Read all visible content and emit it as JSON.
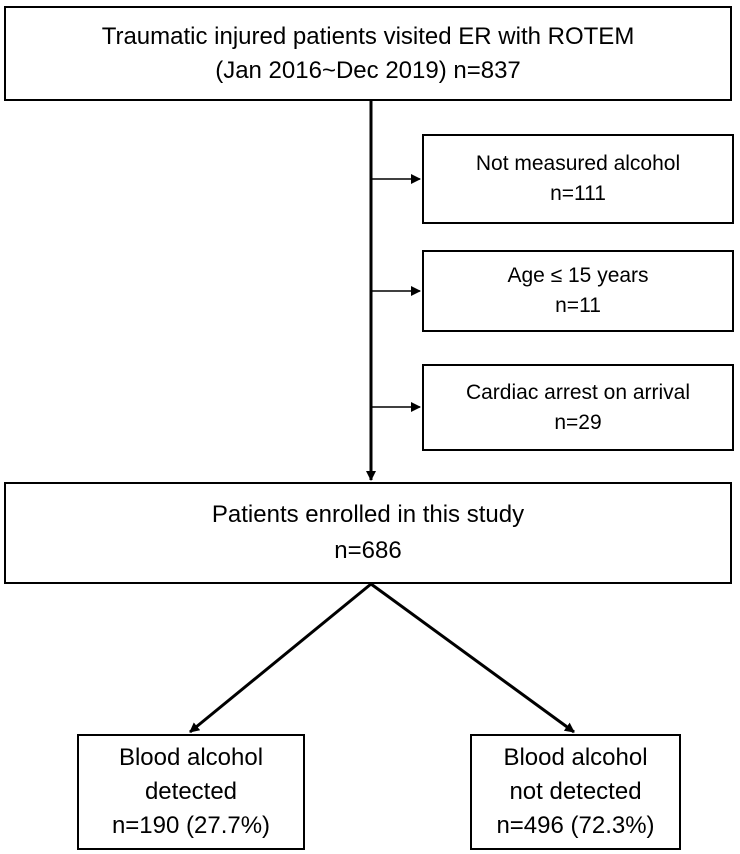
{
  "flowchart": {
    "top": {
      "line1": "Traumatic injured patients visited ER with ROTEM",
      "line2": "(Jan 2016~Dec 2019) n=837"
    },
    "exclusions": [
      {
        "label": "Not measured alcohol",
        "count": "n=111"
      },
      {
        "label": "Age ≤ 15 years",
        "count": "n=11"
      },
      {
        "label": "Cardiac arrest on arrival",
        "count": "n=29"
      }
    ],
    "enrolled": {
      "line1": "Patients enrolled in this study",
      "line2": "n=686"
    },
    "groups": [
      {
        "line1": "Blood alcohol",
        "line2": "detected",
        "line3": "n=190 (27.7%)"
      },
      {
        "line1": "Blood alcohol",
        "line2": "not detected",
        "line3": "n=496 (72.3%)"
      }
    ]
  }
}
